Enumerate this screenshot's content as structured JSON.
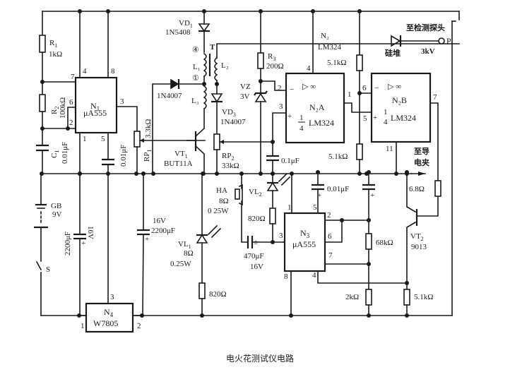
{
  "title": "电火花测试仪电路",
  "components": {
    "R1": {
      "name": "R",
      "sub": "1",
      "value": "1kΩ"
    },
    "R2": {
      "name": "R",
      "sub": "2",
      "value": "100kΩ"
    },
    "C1": {
      "name": "C",
      "sub": "1",
      "value": "0.01μF"
    },
    "C_n1_5": {
      "value": "0.01μF"
    },
    "N1": {
      "name": "N",
      "sub": "1",
      "part": "μA555",
      "pins": [
        "7",
        "4",
        "8",
        "6",
        "2",
        "3",
        "1",
        "5"
      ]
    },
    "RP1": {
      "name": "RP",
      "sub": "1",
      "value": "3.3kΩ"
    },
    "VD1": {
      "name": "VD",
      "sub": "1",
      "part": "1N5408"
    },
    "T": {
      "name": "T",
      "coil1": "L₁",
      "coil2": "L₂",
      "coil3": "L₃",
      "tap_top": "④",
      "tap_bottom": "①"
    },
    "D_1N4007": {
      "part": "1N4007"
    },
    "VD3": {
      "name": "VD",
      "sub": "3",
      "part": "1N4007"
    },
    "VT1": {
      "name": "VT",
      "sub": "1",
      "part": "BUT11A"
    },
    "RP2": {
      "name": "RP",
      "sub": "2",
      "value": "33kΩ"
    },
    "R3": {
      "name": "R",
      "sub": "3",
      "value": "200Ω"
    },
    "VZ": {
      "name": "VZ",
      "value": "3V"
    },
    "C_01": {
      "value": "0.1μF"
    },
    "N2A": {
      "label": "N₂A",
      "part": "LM324",
      "frac_num": "1",
      "frac_den": "4",
      "pins": [
        "4",
        "2",
        "3",
        "1"
      ]
    },
    "N2B": {
      "label": "N₂B",
      "part": "LM324",
      "frac_num": "1",
      "frac_den": "4",
      "pins": [
        "6",
        "5",
        "7",
        "11"
      ]
    },
    "N2_note": {
      "name": "N₂",
      "part": "LM324"
    },
    "R_51a": {
      "value": "5.1kΩ"
    },
    "R_51b": {
      "value": "5.1kΩ"
    },
    "probe": {
      "diode": "硅堆",
      "voltage": "3kV",
      "to": "至检测探头",
      "terminal": "P"
    },
    "clip": {
      "to_line1": "至导",
      "to_line2": "电夹"
    },
    "GB": {
      "name": "GB",
      "value": "9V"
    },
    "S": {
      "name": "S"
    },
    "C_2200a": {
      "value": "2200μF",
      "voltage": "16V"
    },
    "C_2200b": {
      "value": "2200μF",
      "voltage": "16V"
    },
    "N4": {
      "name": "N",
      "sub": "4",
      "part": "W7805",
      "pins": [
        "3",
        "1",
        "2"
      ]
    },
    "HA": {
      "name": "HA",
      "value": "8Ω",
      "power": "0 25W"
    },
    "VL1": {
      "name": "VL",
      "sub": "1",
      "value": "8Ω",
      "power": "0.25W"
    },
    "R_820a": {
      "value": "820Ω"
    },
    "VL2": {
      "name": "VL",
      "sub": "2"
    },
    "R_820b": {
      "value": "820Ω"
    },
    "C_470": {
      "value": "470μF",
      "voltage": "16V",
      "mark": "±"
    },
    "N3": {
      "name": "N",
      "sub": "3",
      "part": "μA555",
      "pins": [
        "1",
        "5",
        "2",
        "6",
        "3",
        "7",
        "8",
        "4"
      ]
    },
    "C_001b": {
      "value": "0.01μF"
    },
    "R_68k": {
      "value": "68kΩ"
    },
    "R_2k": {
      "value": "2kΩ"
    },
    "R_68": {
      "value": "6.8Ω"
    },
    "VT2": {
      "name": "VT",
      "sub": "2",
      "part": "9013"
    },
    "R_51c": {
      "value": "5.1kΩ"
    },
    "opamp_symbol": "▷ ∞",
    "plus": "+",
    "minus": "−"
  }
}
